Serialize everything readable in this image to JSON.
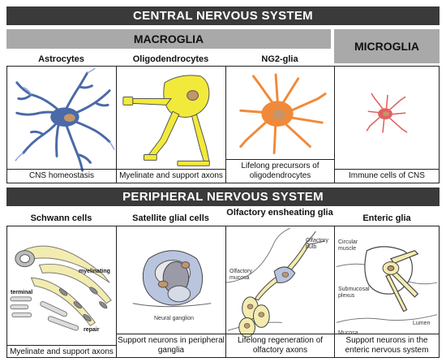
{
  "cns": {
    "title": "CENTRAL NERVOUS SYSTEM",
    "macroglia": "MACROGLIA",
    "microglia": "MICROGLIA",
    "columns": [
      {
        "title": "Astrocytes",
        "caption": "CNS  homeostasis"
      },
      {
        "title": "Oligodendrocytes",
        "caption": "Myelinate and support axons"
      },
      {
        "title": "NG2-glia",
        "caption": "Lifelong precursors of oligodendrocytes"
      },
      {
        "title": "",
        "caption": "Immune cells of CNS"
      }
    ]
  },
  "pns": {
    "title": "PERIPHERAL NERVOUS SYSTEM",
    "columns": [
      {
        "title": "Schwann cells",
        "caption": "Myelinate and support axons",
        "labels": {
          "myelinating": "myelinating",
          "terminal": "terminal",
          "repair": "repair"
        }
      },
      {
        "title": "Satellite glial cells",
        "caption": "Support neurons in peripheral ganglia",
        "labels": {
          "ganglion": "Neural ganglion"
        }
      },
      {
        "title": "Olfactory ensheating glia",
        "caption": "Lifelong regeneration of olfactory axons",
        "labels": {
          "bulb": "Olfactory bulb",
          "mucosa": "Olfactory mucosa"
        }
      },
      {
        "title": "Enteric glia",
        "caption": "Support neurons in the enteric nervous system",
        "labels": {
          "circular": "Circular muscle",
          "submucosal": "Submucosal plexus",
          "lumen": "Lumen",
          "mucosa": "Mucosa"
        }
      }
    ]
  },
  "colors": {
    "banner": "#3a3a3a",
    "grey_header": "#a9a9a9",
    "astrocyte": "#4a6aa8",
    "oligodendrocyte": "#f2ea3a",
    "ng2": "#f08a3a",
    "microglia": "#e36060",
    "schwann": "#f3ecb0",
    "satellite": "#b9c4df",
    "nucleus": "#c4956a"
  }
}
